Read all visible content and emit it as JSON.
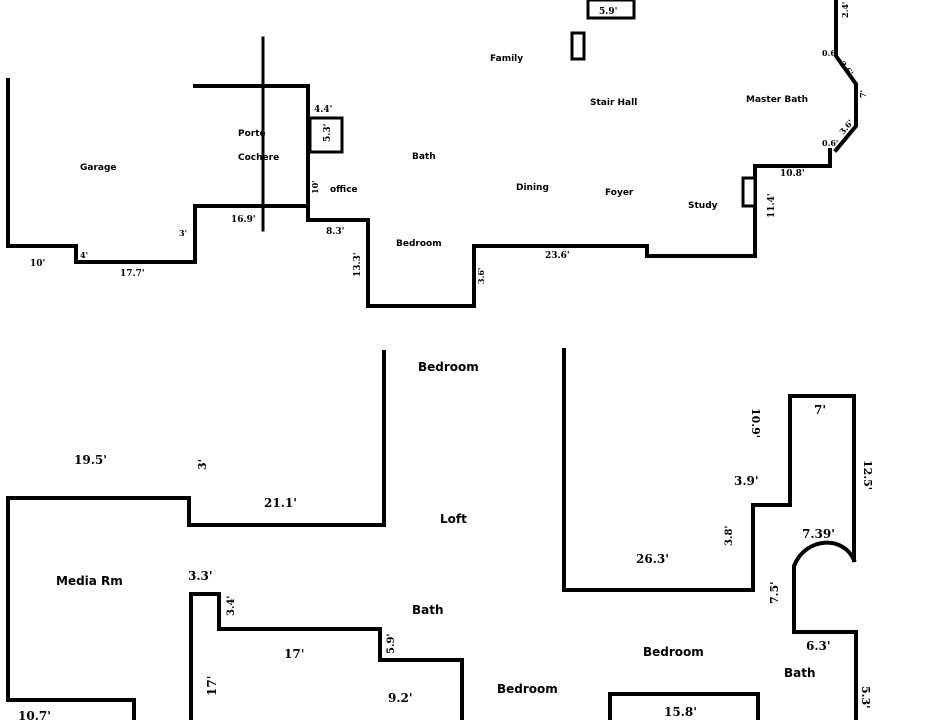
{
  "ground_floor": {
    "rooms": {
      "garage": "Garage",
      "porte_cochere_1": "Porte",
      "porte_cochere_2": "Cochere",
      "office": "office",
      "bath": "Bath",
      "family": "Family",
      "dining": "Dining",
      "bedroom": "Bedroom",
      "stair_hall": "Stair Hall",
      "foyer": "Foyer",
      "study": "Study",
      "master_bath": "Master Bath"
    },
    "dims": {
      "d_10": "10'",
      "d_17_7": "17.7'",
      "d_16_9": "16.9'",
      "d_3a": "3'",
      "d_4a": "4'",
      "d_4_4": "4.4'",
      "d_5_3": "5.3'",
      "d_10b": "10'",
      "d_8_3": "8.3'",
      "d_13_3": "13.3'",
      "d_3_6": "3.6'",
      "d_23_6": "23.6'",
      "d_5_9": "5.9'",
      "d_10_8": "10.8'",
      "d_11_4": "11.4'",
      "d_0_6a": "0.6'",
      "d_0_6b": "0.6'",
      "d_3_6b": "3.6'",
      "d_3_6c": "3.6'",
      "d_2_4": "2.4'",
      "d_7": "7'"
    }
  },
  "upper_floor": {
    "rooms": {
      "bedroom_top": "Bedroom",
      "loft": "Loft",
      "media_rm": "Media Rm",
      "bath": "Bath",
      "bedroom_bottom": "Bedroom",
      "bedroom_right": "Bedroom",
      "bath_right": "Bath"
    },
    "dims": {
      "d_19_5": "19.5'",
      "d_3a": "3'",
      "d_21_1": "21.1'",
      "d_3_3": "3.3'",
      "d_3_4": "3.4'",
      "d_17": "17'",
      "d_5_9": "5.9'",
      "d_17b": "17'",
      "d_9_2": "9.2'",
      "d_10_7": "10.7'",
      "d_7": "7'",
      "d_10_9": "10.9'",
      "d_3_9": "3.9'",
      "d_12_5": "12.5'",
      "d_26_3": "26.3'",
      "d_3_8": "3.8'",
      "d_7_39": "7.39'",
      "d_7_5": "7.5'",
      "d_6_3": "6.3'",
      "d_15_8": "15.8'",
      "d_5_3": "5.3'"
    }
  }
}
